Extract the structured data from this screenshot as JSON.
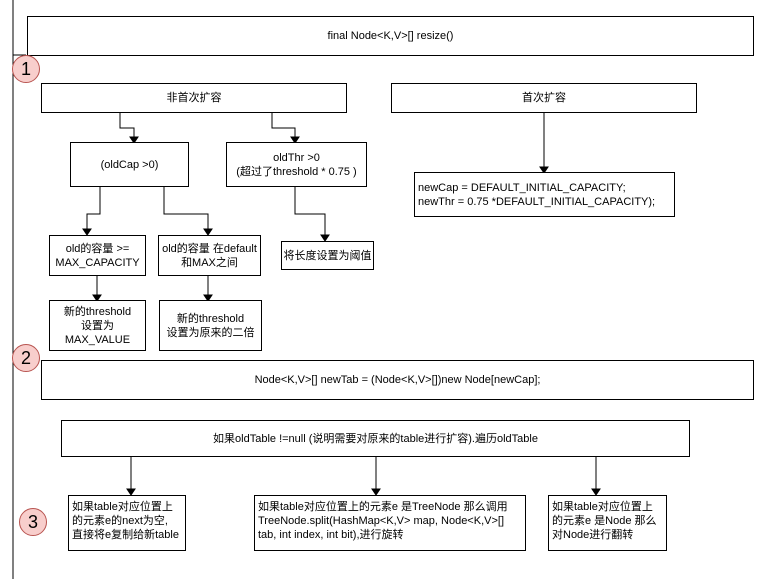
{
  "title": "final Node<K,V>[] resize()",
  "markers": [
    "1",
    "2",
    "3"
  ],
  "section1": {
    "not_first": "非首次扩容",
    "first": "首次扩容",
    "old_cap": "(oldCap >0)",
    "old_thr": "oldThr >0\n(超过了threshold * 0.75 )",
    "cap_ge_max": "old的容量 >=\nMAX_CAPACITY",
    "cap_between": "old的容量 在default\n和MAX之间",
    "set_threshold": "将长度设置为阈值",
    "first_init": "newCap = DEFAULT_INITIAL_CAPACITY;\nnewThr = 0.75 *DEFAULT_INITIAL_CAPACITY);",
    "threshold_max": "新的threshold\n设置为\nMAX_VALUE",
    "threshold_double": "新的threshold\n设置为原来的二倍"
  },
  "section2": {
    "new_table": "Node<K,V>[] newTab = (Node<K,V>[])new Node[newCap];"
  },
  "section3": {
    "traverse": "如果oldTable !=null (说明需要对原来的table进行扩容).遍历oldTable",
    "case_single": "如果table对应位置上\n的元素e的next为空,\n直接将e复制给新table",
    "case_treenode": "如果table对应位置上的元素e 是TreeNode 那么调用\nTreeNode.split(HashMap<K,V> map, Node<K,V>[]\ntab, int index, int bit),进行旋转",
    "case_node": "如果table对应位置上\n的元素e 是Node 那么\n对Node进行翻转"
  }
}
